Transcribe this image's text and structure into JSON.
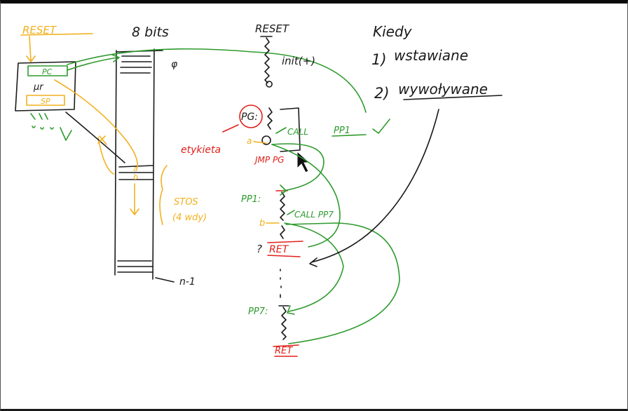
{
  "labels": {
    "reset_top_left": "RESET",
    "pc": "PC",
    "sp": "SP",
    "mv": "μr",
    "bits": "8 bits",
    "zero": "φ",
    "n_minus_1": "n-1",
    "stos_line1": "STOS",
    "stos_line2": "(4 wdy)",
    "stack_a": "a",
    "stack_b": "b",
    "reset_mid": "RESET",
    "init": "init(+)",
    "pg": "PG:",
    "etykieta": "etykieta",
    "call_pp1": "CALL",
    "pp1_ref": "PP1",
    "jmp_pg": "JMP PG",
    "pp1_label": "PP1:",
    "call_pp7": "CALL PP7",
    "ret1": "RET",
    "question": "?",
    "pp7_label": "PP7:",
    "ret2": "RET",
    "kiedy": "Kiedy",
    "item1_num": "1)",
    "item1": "wstawiane",
    "item2_num": "2)",
    "item2": "wywoływane",
    "a_mark": "a",
    "b_mark": "b"
  },
  "colors": {
    "ink": "#1a1a1a",
    "green": "#2e9a2e",
    "red": "#e0201a",
    "orange": "#f2b01e"
  }
}
